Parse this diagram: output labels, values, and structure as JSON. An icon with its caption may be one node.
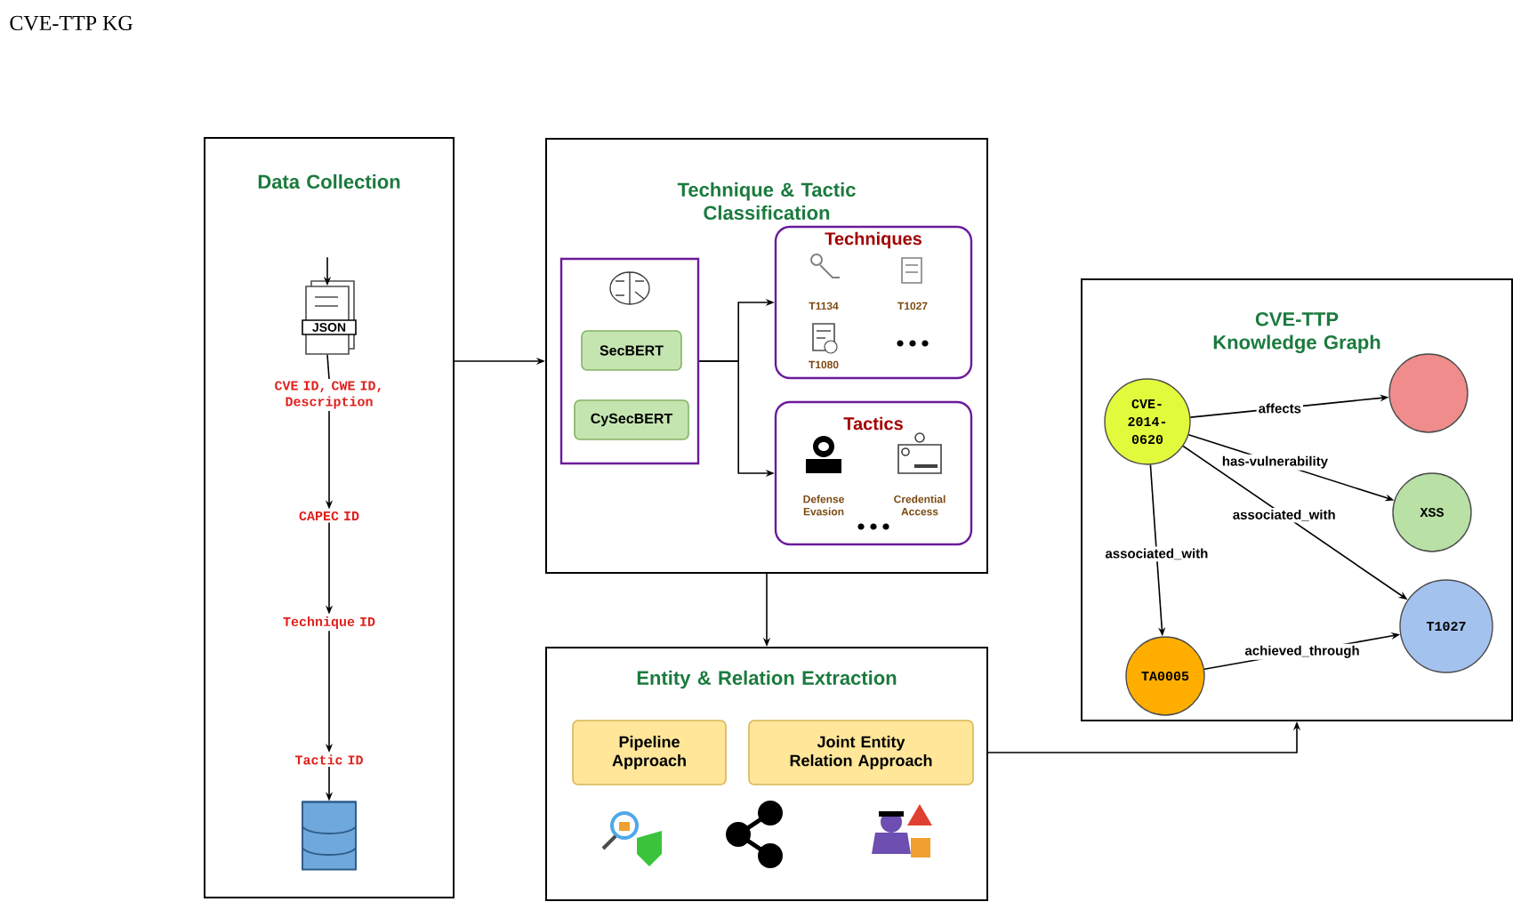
{
  "diagram": {
    "title": "CVE-TTP KG",
    "nodes": [
      {
        "text": [
          "Data Collection"
        ]
      },
      {
        "text": [
          "JSON"
        ],
        "in": 0
      },
      {
        "text": [
          "CVE ID, CWE ID, Description"
        ],
        "in": 0
      },
      {
        "text": [
          "CAPEC ID"
        ],
        "in": 0
      },
      {
        "text": [
          "Technique ID"
        ],
        "in": 0
      },
      {
        "text": [
          "Tactic ID"
        ],
        "in": 0
      },
      {
        "text": [],
        "shape": "cylinder",
        "in": 0
      },
      {
        "text": [
          "Technique & Tactic Classification"
        ]
      },
      {
        "text": [],
        "shape": "box",
        "in": 7
      },
      {
        "text": [
          "SecBERT"
        ],
        "in": 8
      },
      {
        "text": [
          "CySecBERT"
        ],
        "in": 8
      },
      {
        "text": [
          "Techniques"
        ],
        "in": 7
      },
      {
        "text": [
          "Tactics"
        ],
        "in": 7
      },
      {
        "text": [
          "Entity & Relation Extraction"
        ]
      },
      {
        "text": [
          "Pipeline Approach"
        ],
        "in": 13
      },
      {
        "text": [
          "Joint Entity Relation Approach"
        ],
        "in": 13
      },
      {
        "text": [
          "CVE-TTP Knowledge Graph"
        ]
      },
      {
        "text": [
          "CVE-2014-0620"
        ],
        "in": 16
      },
      {
        "text": [],
        "shape": "circle",
        "in": 16
      },
      {
        "text": [
          "XSS"
        ],
        "in": 16
      },
      {
        "text": [
          "T1027"
        ],
        "in": 16
      },
      {
        "text": [
          "TA0005"
        ],
        "in": 16
      }
    ],
    "edges": [
      {
        "from": null,
        "to": 1,
        "arrow": "to"
      },
      {
        "from": 1,
        "to": 2,
        "arrow": "none"
      },
      {
        "from": 2,
        "to": 3,
        "arrow": "to"
      },
      {
        "from": 3,
        "to": 4,
        "arrow": "to"
      },
      {
        "from": 4,
        "to": 5,
        "arrow": "to"
      },
      {
        "from": 5,
        "to": 6,
        "arrow": "to"
      },
      {
        "from": 0,
        "to": 7,
        "arrow": "to"
      },
      {
        "from": 8,
        "to": 11,
        "arrow": "to"
      },
      {
        "from": 8,
        "to": 12,
        "arrow": "to"
      },
      {
        "from": 7,
        "to": 13,
        "arrow": "to"
      },
      {
        "from": 13,
        "to": 16,
        "arrow": "to"
      },
      {
        "from": 17,
        "to": 18,
        "arrow": "to",
        "label": "affects"
      },
      {
        "from": 17,
        "to": 19,
        "arrow": "to",
        "label": "has-vulnerability"
      },
      {
        "from": 17,
        "to": 20,
        "arrow": "to",
        "label": "associated_with"
      },
      {
        "from": 17,
        "to": 21,
        "arrow": "to",
        "label": "associated_with"
      },
      {
        "from": 21,
        "to": 20,
        "arrow": "to",
        "label": "achieved_through"
      }
    ],
    "labels": [
      "T1134",
      "T1027",
      "T1080",
      "Defense Evasion",
      "Credential Access"
    ]
  }
}
